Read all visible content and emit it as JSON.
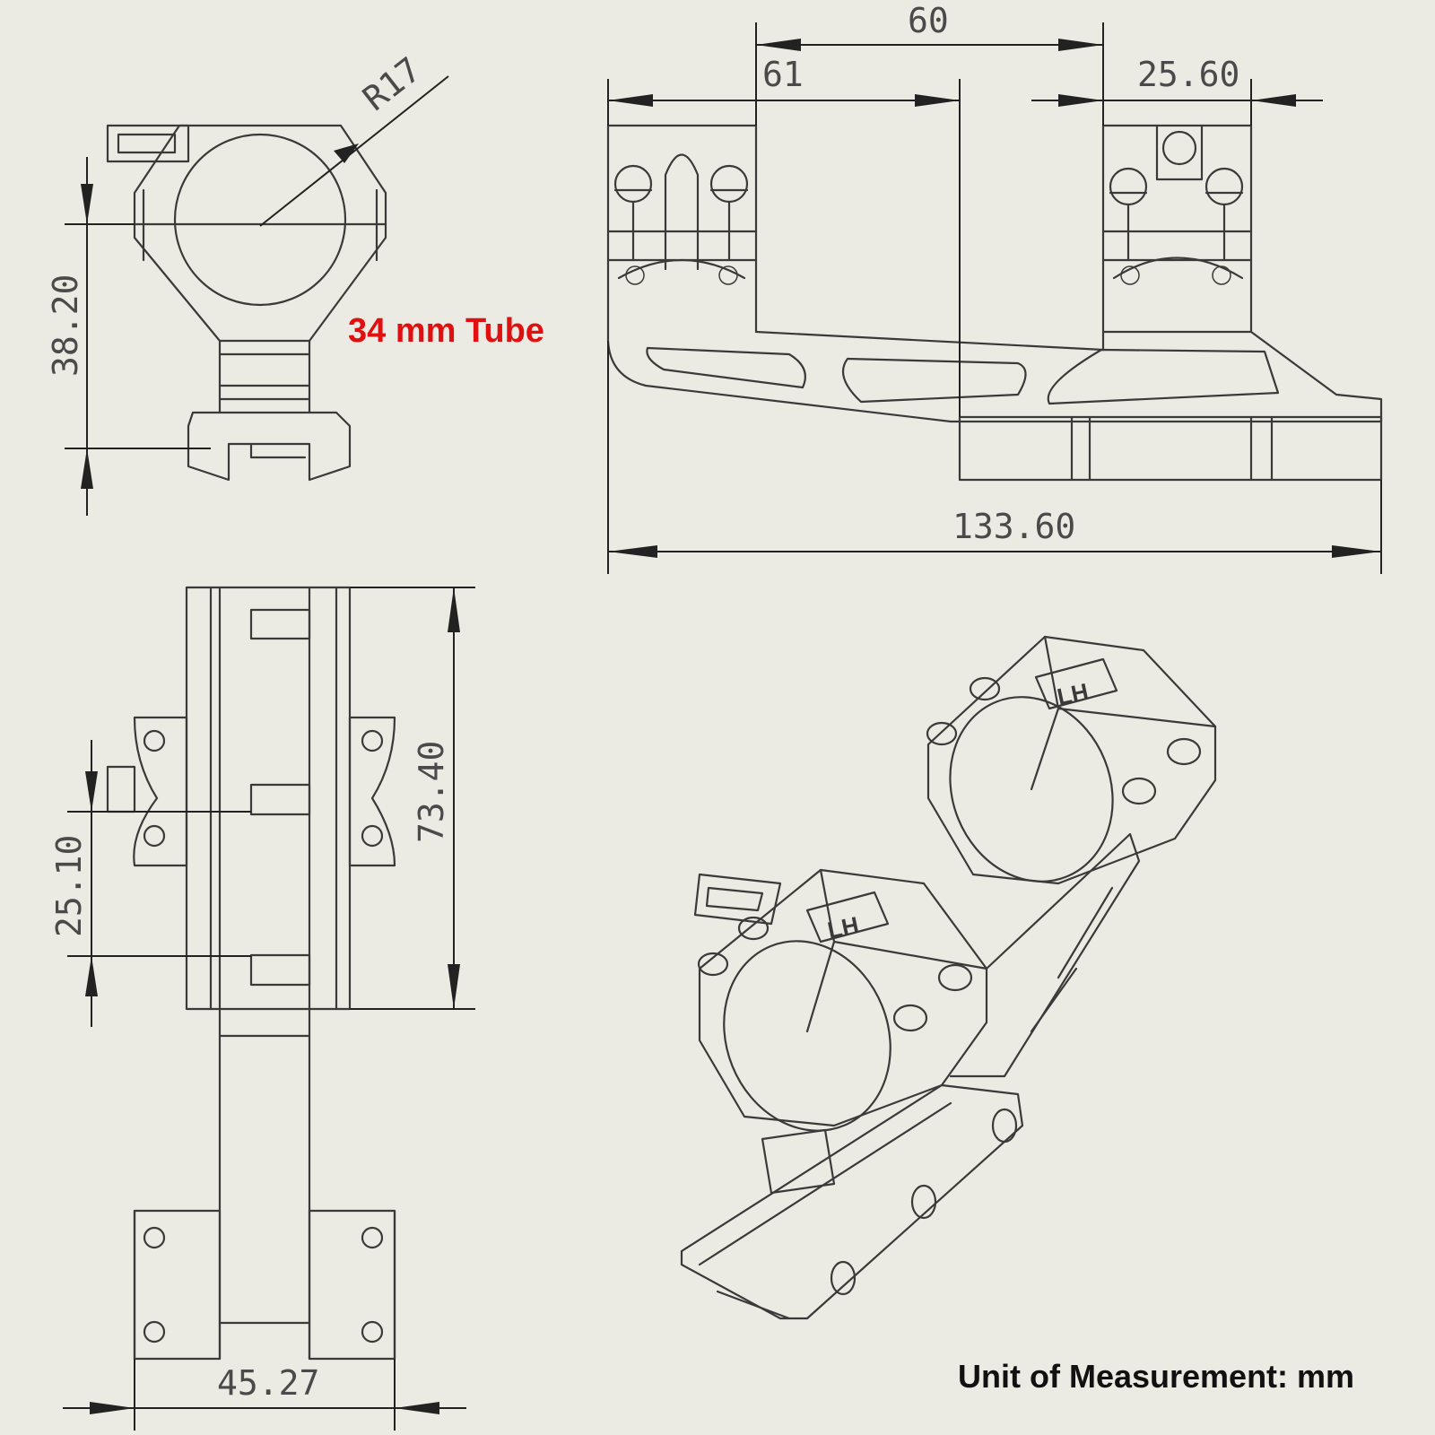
{
  "labels": {
    "tube": "34 mm Tube",
    "unit": "Unit of Measurement: mm"
  },
  "dimensions": {
    "radius": "R17",
    "ring_height": "38.20",
    "ring_spacing": "60",
    "front_offset": "61",
    "ring_width": "25.60",
    "overall_length": "133.60",
    "rail_clamp_length": "73.40",
    "clamp_offset": "25.10",
    "base_width": "45.27"
  },
  "logo_text": "LH"
}
